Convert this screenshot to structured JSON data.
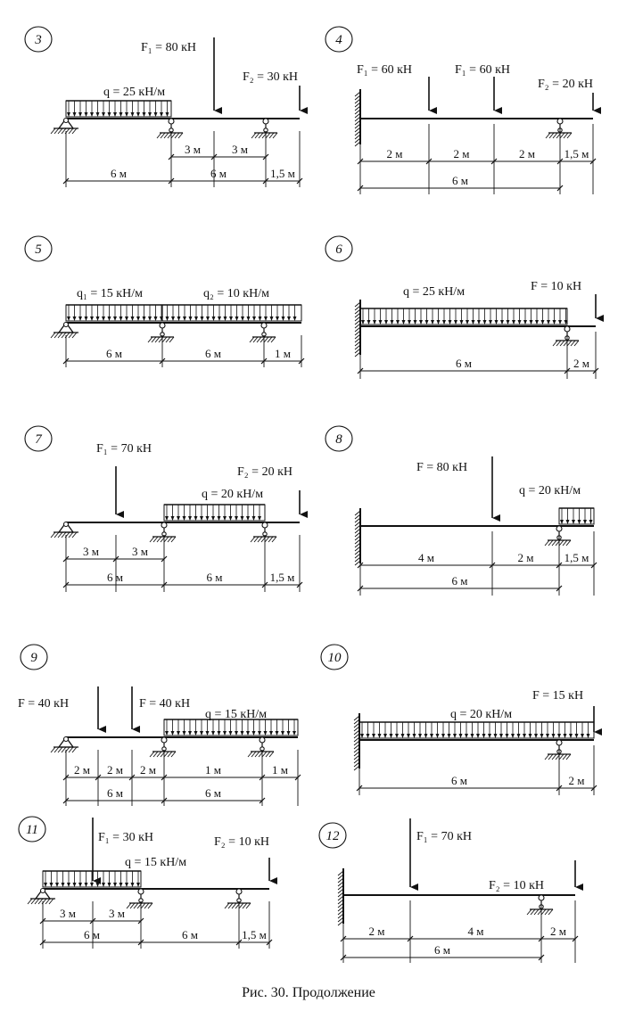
{
  "caption": "Рис. 30. Продолжение",
  "diagrams": [
    {
      "number": "3",
      "labels": [
        "F₁ = 80 кН",
        "F₂ = 30 кН",
        "q = 25 кН/м"
      ],
      "dims": [
        "3 м",
        "3 м",
        "6 м",
        "6 м",
        "1,5 м"
      ]
    },
    {
      "number": "4",
      "labels": [
        "F₁ = 60 кН",
        "F₁ = 60 кН",
        "F₂ = 20 кН"
      ],
      "dims": [
        "2 м",
        "2 м",
        "2 м",
        "6 м",
        "1,5 м"
      ]
    },
    {
      "number": "5",
      "labels": [
        "q₁ = 15 кН/м",
        "q₂ = 10 кН/м"
      ],
      "dims": [
        "6 м",
        "6 м",
        "1 м"
      ]
    },
    {
      "number": "6",
      "labels": [
        "q = 25 кН/м",
        "F = 10 кН"
      ],
      "dims": [
        "6 м",
        "2 м"
      ]
    },
    {
      "number": "7",
      "labels": [
        "F₁ = 70 кН",
        "F₂ = 20 кН",
        "q = 20 кН/м"
      ],
      "dims": [
        "3 м",
        "3 м",
        "6 м",
        "6 м",
        "1,5 м"
      ]
    },
    {
      "number": "8",
      "labels": [
        "F = 80 кН",
        "q = 20 кН/м"
      ],
      "dims": [
        "4 м",
        "2 м",
        "6 м",
        "1,5 м"
      ]
    },
    {
      "number": "9",
      "labels": [
        "F = 40 кН",
        "F = 40 кН",
        "q = 15 кН/м"
      ],
      "dims": [
        "2 м",
        "2 м",
        "2 м",
        "6 м",
        "6 м",
        "1 м"
      ]
    },
    {
      "number": "10",
      "labels": [
        "q = 20 кН/м",
        "F = 15 кН"
      ],
      "dims": [
        "6 м",
        "2 м"
      ]
    },
    {
      "number": "11",
      "labels": [
        "F₁ = 30 кН",
        "q = 15 кН/м",
        "F₂ = 10 кН"
      ],
      "dims": [
        "3 м",
        "3 м",
        "6 м",
        "6 м",
        "1,5 м"
      ]
    },
    {
      "number": "12",
      "labels": [
        "F₁ = 70 кН",
        "F₂ = 10 кН"
      ],
      "dims": [
        "2 м",
        "4 м",
        "6 м",
        "2 м"
      ]
    }
  ]
}
